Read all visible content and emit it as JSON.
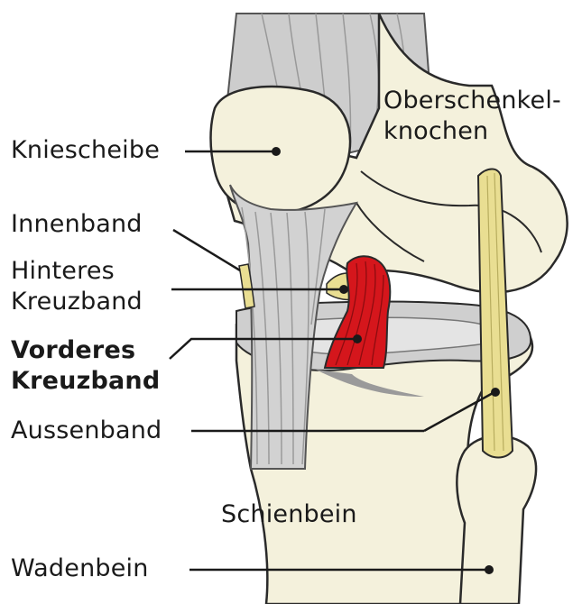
{
  "labels": {
    "kniescheibe": "Kniescheibe",
    "innenband": "Innenband",
    "hinteres_kreuzband": [
      "Hinteres",
      "Kreuzband"
    ],
    "vorderes_kreuzband": [
      "Vorderes",
      "Kreuzband"
    ],
    "aussenband": "Aussenband",
    "wadenbein": "Wadenbein",
    "oberschenkelknochen": [
      "Oberschenkel-",
      "knochen"
    ],
    "schienbein": "Schienbein"
  },
  "colors": {
    "bone": "#f4f1dc",
    "bone_outline": "#2a2a2a",
    "tendon": "#c9c9c9",
    "tendon_stripe": "#9a9a9a",
    "meniscus": "#cfcfcf",
    "cruciate_anterior": "#d5161c",
    "ligament_yellow": "#e9de92",
    "label_line": "#1a1a1a"
  }
}
